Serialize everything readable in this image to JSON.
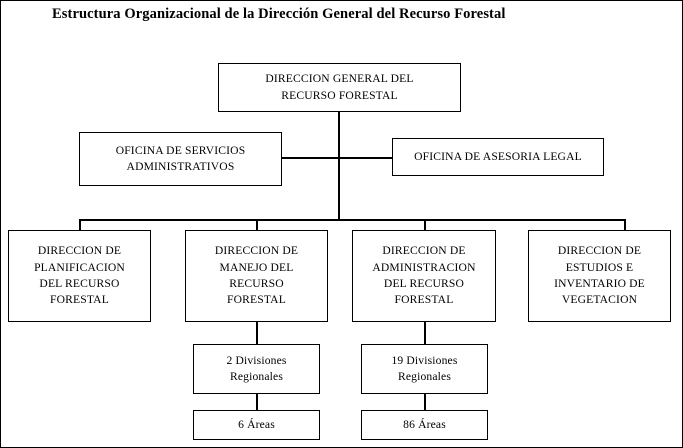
{
  "document": {
    "title": "Estructura Organizacional de la Dirección General del Recurso Forestal"
  },
  "chart": {
    "type": "org-chart",
    "nodes": [
      {
        "id": "direccion-general",
        "label": "DIRECCION  GENERAL DEL\nRECURSO FORESTAL",
        "level": 0
      },
      {
        "id": "oficina-servicios-administrativos",
        "label": "OFICINA DE SERVICIOS\nADMINISTRATIVOS",
        "level": 1
      },
      {
        "id": "oficina-asesoria-legal",
        "label": "OFICINA DE ASESORIA LEGAL",
        "level": 1
      },
      {
        "id": "direccion-planificacion",
        "label": "DIRECCION DE\nPLANIFICACION\nDEL RECURSO\nFORESTAL",
        "level": 2
      },
      {
        "id": "direccion-manejo",
        "label": "DIRECCION DE\nMANEJO  DEL\nRECURSO\nFORESTAL",
        "level": 2
      },
      {
        "id": "direccion-administracion",
        "label": "DIRECCION DE\nADMINISTRACION\nDEL RECURSO\nFORESTAL",
        "level": 2
      },
      {
        "id": "direccion-estudios",
        "label": "DIRECCION DE\nESTUDIOS E\nINVENTARIO DE\nVEGETACION",
        "level": 2
      },
      {
        "id": "divisiones-manejo",
        "label": "2 Divisiones\nRegionales",
        "level": 3
      },
      {
        "id": "divisiones-administracion",
        "label": "19 Divisiones\nRegionales",
        "level": 3
      },
      {
        "id": "areas-manejo",
        "label": "6 Áreas",
        "level": 4
      },
      {
        "id": "areas-administracion",
        "label": "86 Áreas",
        "level": 4
      }
    ]
  }
}
